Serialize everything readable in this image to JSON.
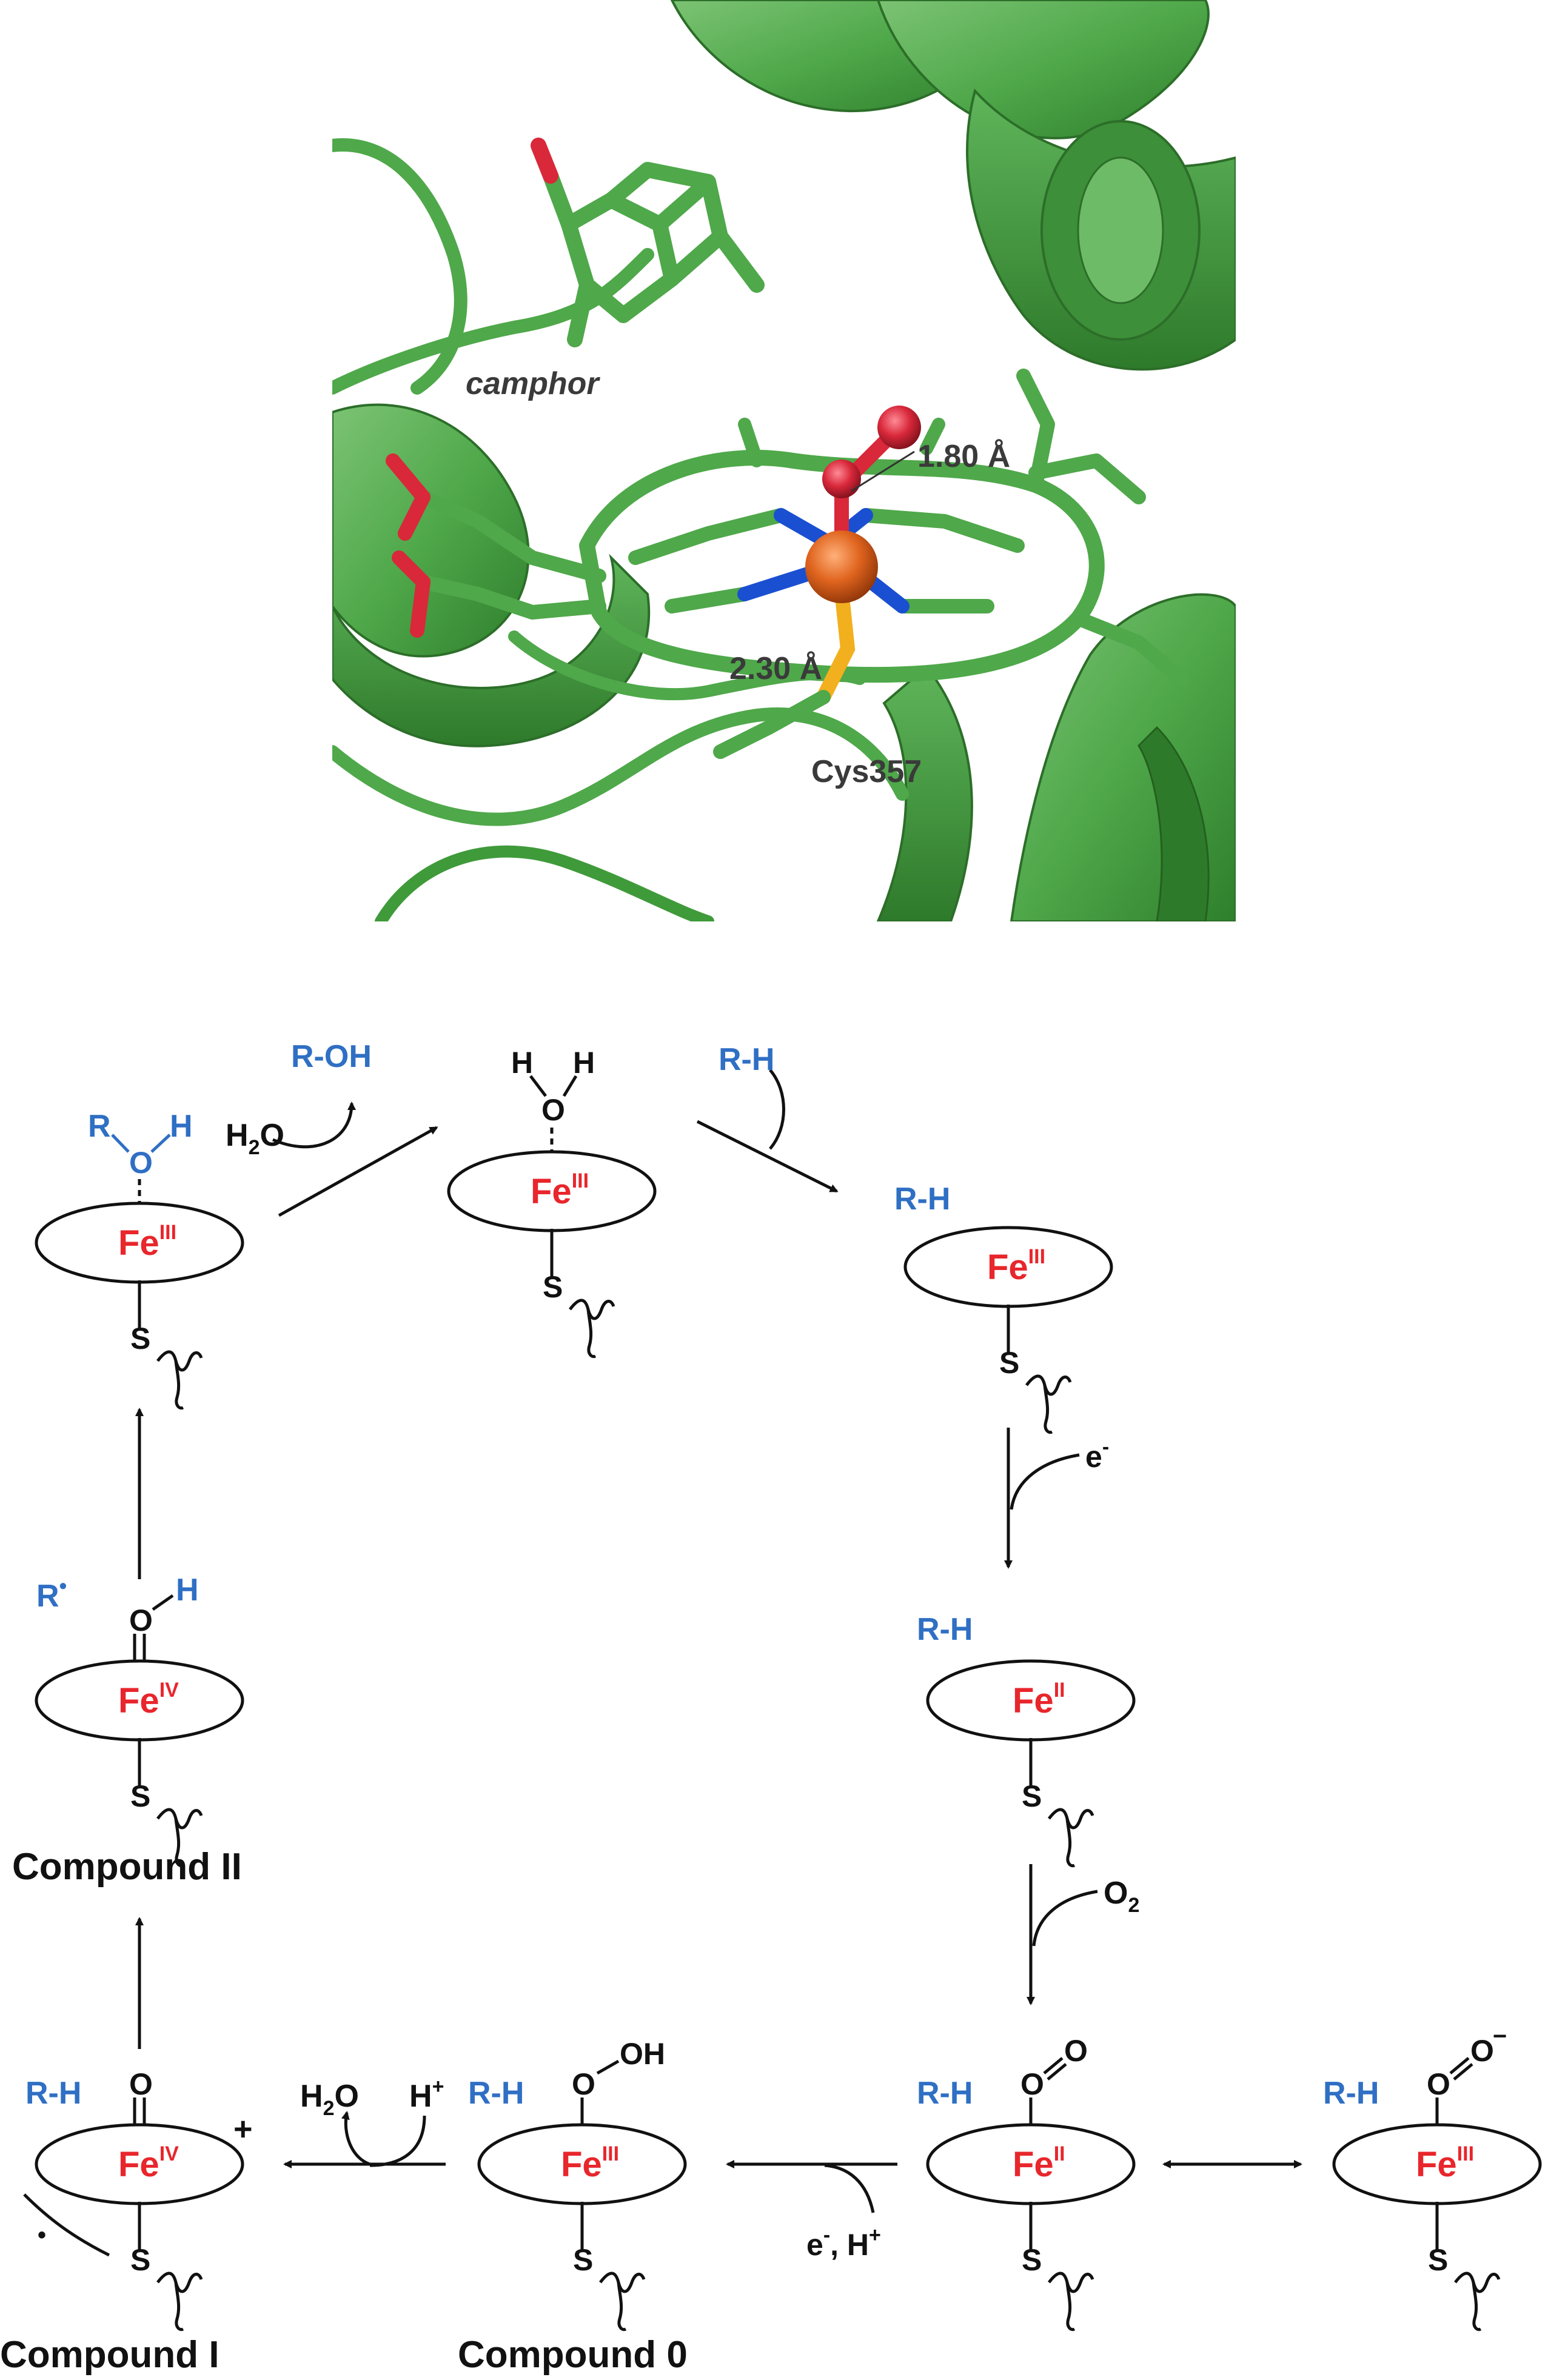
{
  "colors": {
    "protein_green": "#4fa84a",
    "oxygen_red": "#d8283a",
    "nitrogen_blue": "#1a4fd1",
    "iron_orange": "#e0641e",
    "sulfur_yellow": "#f2b01e",
    "fe_label_red": "#e8262c",
    "substrate_blue": "#2f6fc4"
  },
  "structure": {
    "camphor_label": "camphor",
    "distance_o": "1.80 Å",
    "distance_s": "2.30 Å",
    "cys_label": "Cys357"
  },
  "cycle": {
    "fe": "Fe",
    "ox3": "III",
    "ox2": "II",
    "ox4": "IV",
    "sulfur": "S",
    "rh": "R-H",
    "roh": "R-OH",
    "r": "R",
    "r_radical": "R",
    "radical_dot": "•",
    "h": "H",
    "o": "O",
    "oh": "OH",
    "h2o_h": "H",
    "h2o_sub": "2",
    "h2o_o": "O",
    "electron": "e",
    "e_minus": "-",
    "o2_o": "O",
    "o2_sub": "2",
    "e_h_plus": ", H",
    "plus": "+",
    "minus": "−",
    "h_plus": "H",
    "compound_ii": "Compound II",
    "compound_i": "Compound I",
    "compound_0": "Compound 0"
  }
}
